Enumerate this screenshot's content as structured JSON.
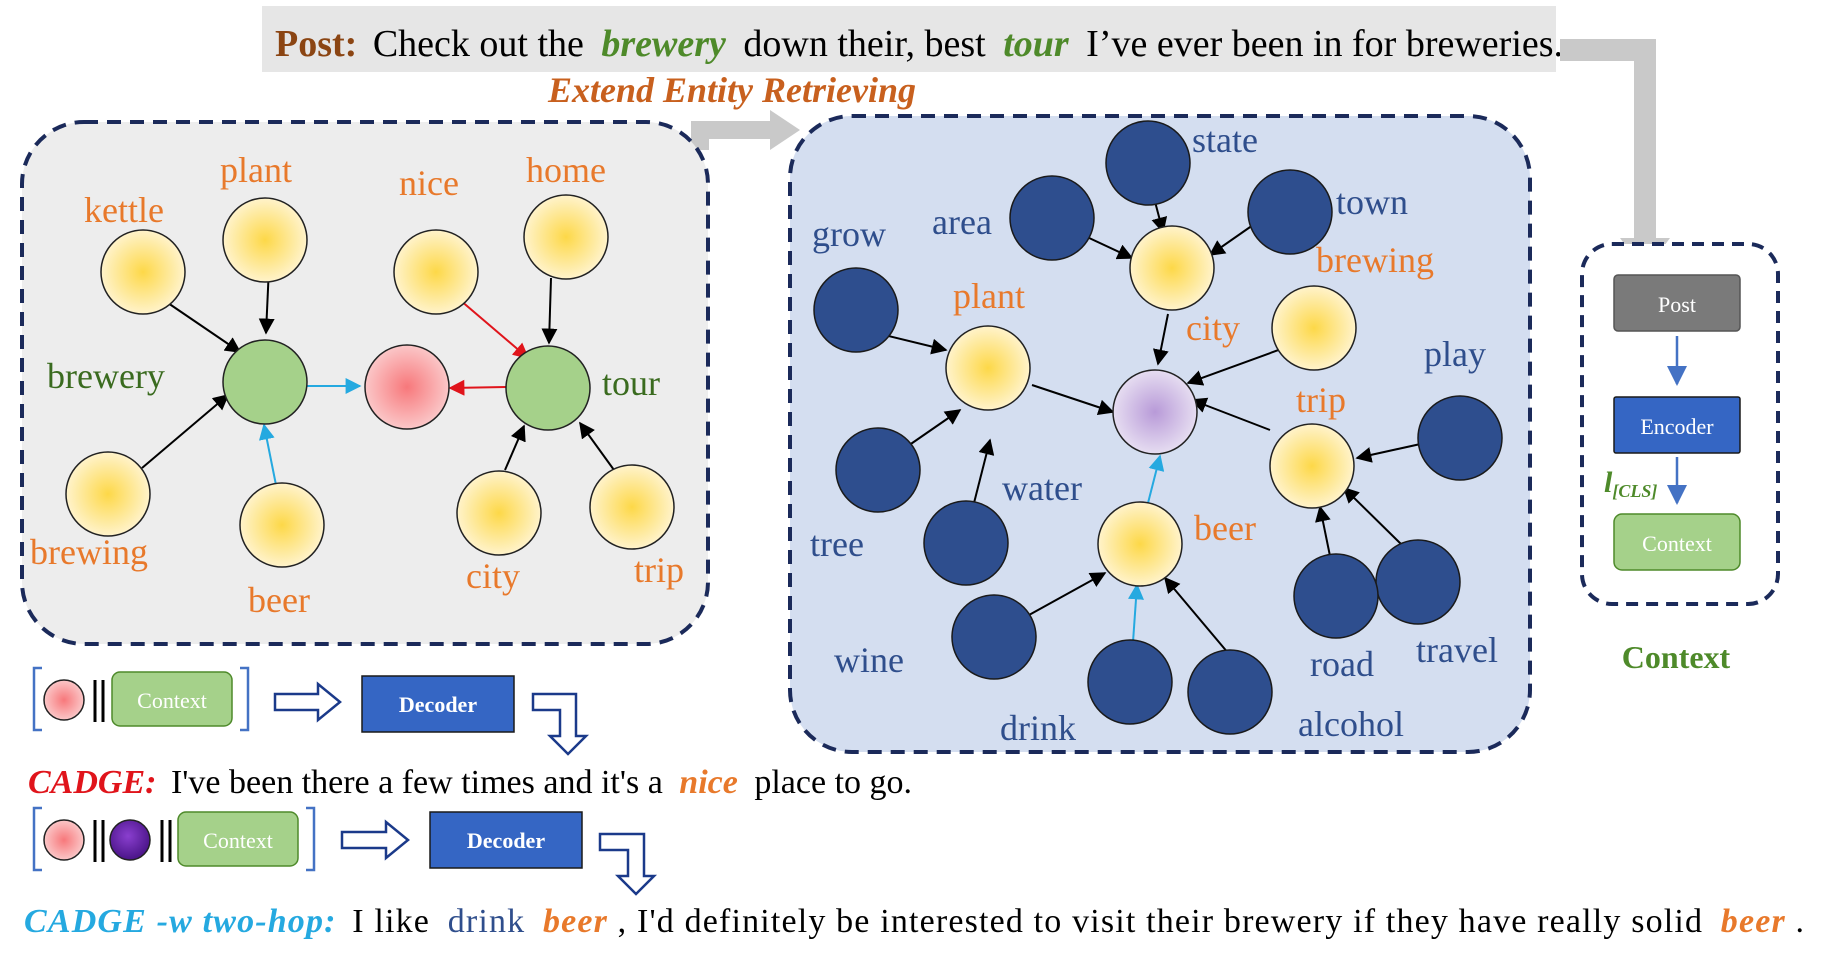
{
  "post": {
    "label": "Post:",
    "text_1": "Check out the",
    "entity_1": "brewery",
    "text_2": "down their, best",
    "entity_2": "tour",
    "text_3": "I’ve ever been in for breweries."
  },
  "extend_label": "Extend Entity Retrieving",
  "graph1": {
    "nodes": {
      "kettle": "kettle",
      "plant": "plant",
      "nice": "nice",
      "home": "home",
      "brewery": "brewery",
      "tour": "tour",
      "brewing": "brewing",
      "beer": "beer",
      "city": "city",
      "trip": "trip"
    }
  },
  "graph2": {
    "nodes": {
      "state": "state",
      "town": "town",
      "grow": "grow",
      "area": "area",
      "brewing": "brewing",
      "plant": "plant",
      "city": "city",
      "play": "play",
      "trip": "trip",
      "water": "water",
      "tree": "tree",
      "beer": "beer",
      "wine": "wine",
      "road": "road",
      "travel": "travel",
      "drink": "drink",
      "alcohol": "alcohol"
    }
  },
  "context_panel": {
    "post": "Post",
    "encoder": "Encoder",
    "l_main": "l",
    "l_sub": "[CLS]",
    "context": "Context",
    "caption": "Context"
  },
  "row1": {
    "context": "Context",
    "decoder": "Decoder",
    "model": "CADGE:",
    "resp_1": "I've been there a few times and it's a",
    "resp_kw": "nice",
    "resp_2": "place to go."
  },
  "row2": {
    "context": "Context",
    "decoder": "Decoder",
    "model": "CADGE -w two-hop:",
    "resp_1": "I like",
    "resp_drink": "drink",
    "resp_beer1": "beer",
    "resp_2": ", I'd definitely be interested to visit their brewery if they have really solid",
    "resp_beer2": "beer",
    "resp_3": "."
  },
  "colors": {
    "orange": "#E8792B",
    "green_text": "#3A6B1F",
    "dark_blue": "#2F4E8C",
    "post_brown": "#8B4513",
    "red": "#E0141B",
    "cyan": "#25A9E0"
  }
}
